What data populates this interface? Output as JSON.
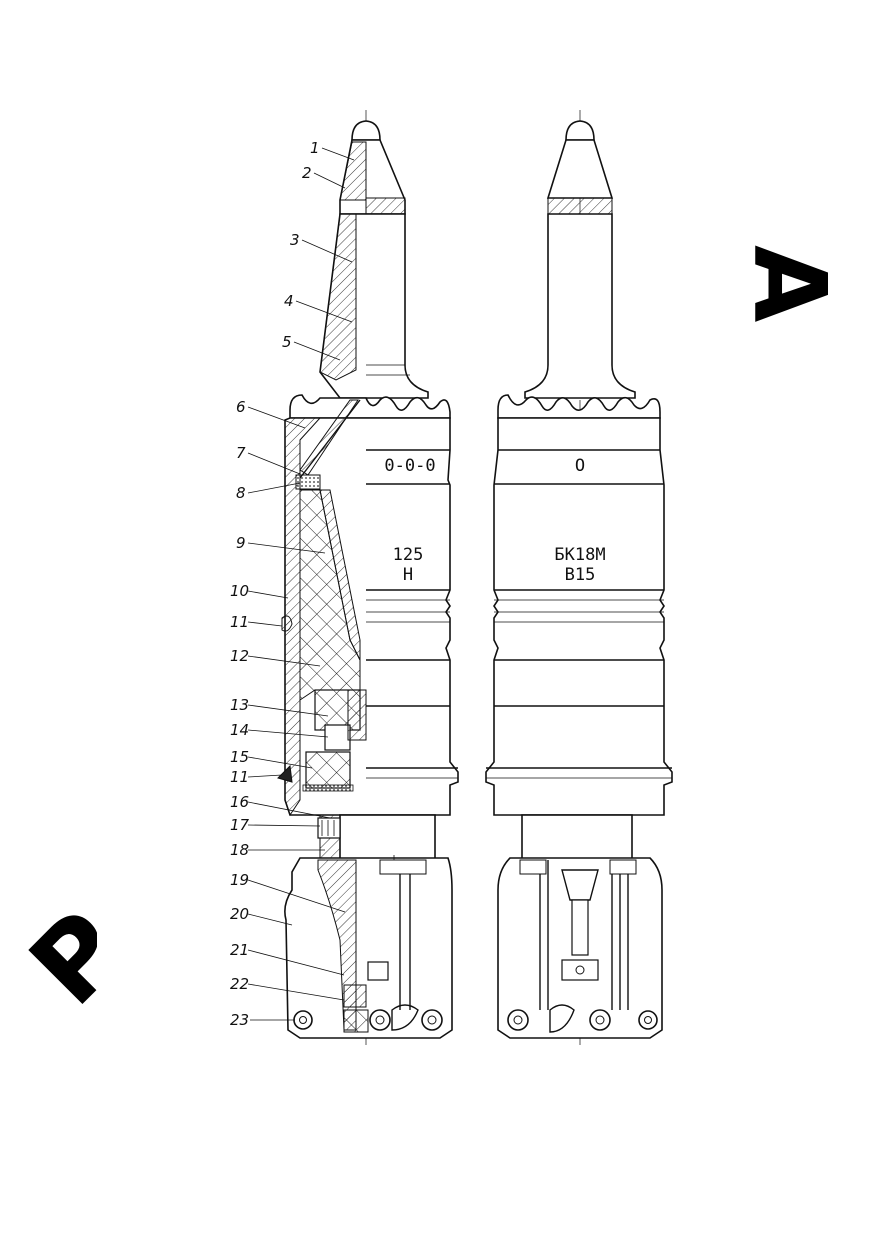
{
  "callouts": [
    {
      "n": "1"
    },
    {
      "n": "2"
    },
    {
      "n": "3"
    },
    {
      "n": "4"
    },
    {
      "n": "5"
    },
    {
      "n": "6"
    },
    {
      "n": "7"
    },
    {
      "n": "8"
    },
    {
      "n": "9"
    },
    {
      "n": "10"
    },
    {
      "n": "11"
    },
    {
      "n": "12"
    },
    {
      "n": "13"
    },
    {
      "n": "14"
    },
    {
      "n": "15"
    },
    {
      "n": "11"
    },
    {
      "n": "16"
    },
    {
      "n": "17"
    },
    {
      "n": "18"
    },
    {
      "n": "19"
    },
    {
      "n": "20"
    },
    {
      "n": "21"
    },
    {
      "n": "22"
    },
    {
      "n": "23"
    }
  ],
  "left_markings": {
    "band1": "0-0-0",
    "band2_line1": "125",
    "band2_line2": "Н"
  },
  "right_markings": {
    "band1": "О",
    "band2_line1": "БК18М",
    "band2_line2": "В15"
  },
  "edge_fragments": {
    "right": "А",
    "left": "Р"
  }
}
